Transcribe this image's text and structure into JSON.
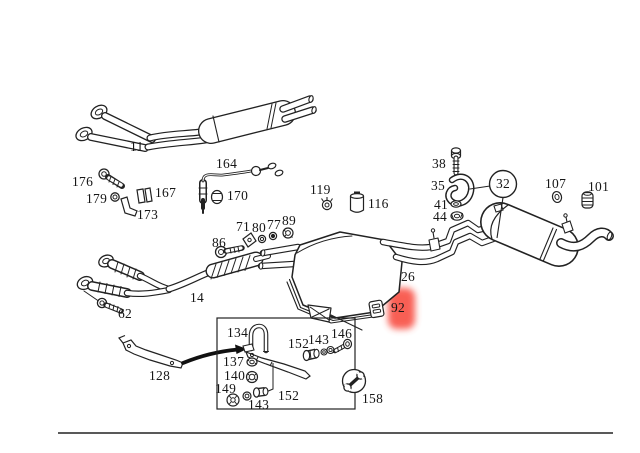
{
  "diagram": {
    "type": "exploded-parts-diagram",
    "subject": "vehicle exhaust system",
    "background_color": "#ffffff",
    "line_color": "#1f1f1f",
    "highlight": {
      "part": "92",
      "color": "#f84a3c"
    },
    "callouts": {
      "assembly_circle": "32",
      "tool_circle": "158"
    },
    "labels": {
      "l11": "11",
      "l176": "176",
      "l179": "179",
      "l167": "167",
      "l173": "173",
      "l164": "164",
      "l170": "170",
      "l86": "86",
      "l71": "71",
      "l80": "80",
      "l77": "77",
      "l89": "89",
      "l119": "119",
      "l116": "116",
      "l14": "14",
      "l62": "62",
      "l26": "26",
      "l92": "92",
      "l38": "38",
      "l35": "35",
      "l41": "41",
      "l44": "44",
      "l32": "32",
      "l107": "107",
      "l101": "101",
      "l128": "128",
      "l134": "134",
      "l137": "137",
      "l140": "140",
      "l149": "149",
      "l143a": "143",
      "l143b": "143",
      "l152a": "152",
      "l152b": "152",
      "l146": "146",
      "l158": "158"
    }
  }
}
